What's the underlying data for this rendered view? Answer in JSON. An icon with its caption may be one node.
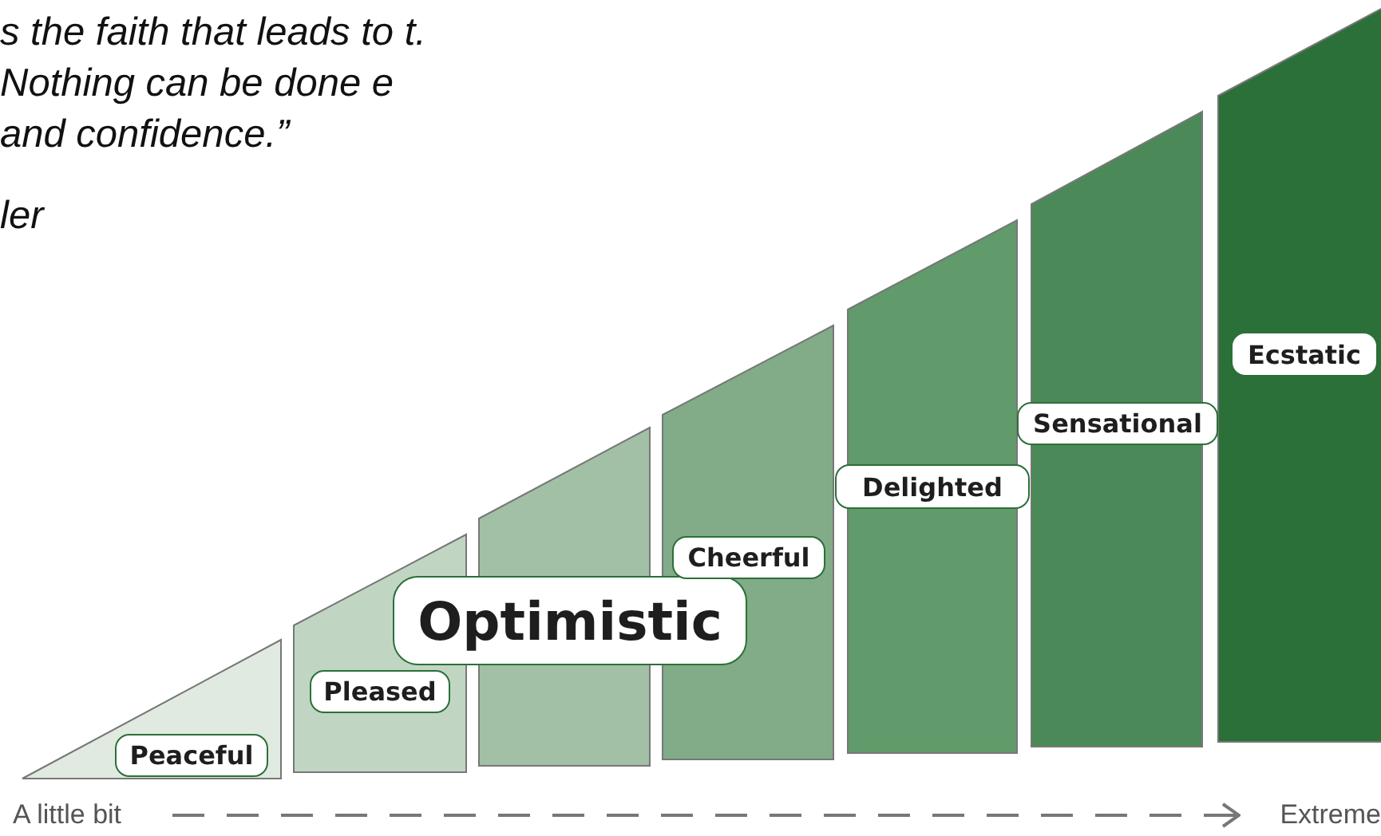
{
  "diagram": {
    "nodes": [
      {
        "text": [
          "Peaceful"
        ]
      },
      {
        "text": [
          "Pleased"
        ]
      },
      {
        "text": [
          "Optimistic"
        ]
      },
      {
        "text": [
          "Cheerful"
        ]
      },
      {
        "text": [
          "Delighted"
        ]
      },
      {
        "text": [
          "Sensational"
        ]
      },
      {
        "text": [
          "Ecstatic"
        ]
      },
      {
        "text": [
          "A little bit"
        ]
      },
      {
        "text": [
          "Extreme"
        ]
      }
    ],
    "edges": [
      {
        "from": 7,
        "to": 8,
        "arrow": "to",
        "style": "dashed"
      }
    ],
    "labels": [
      "s the faith that leads to t. Nothing can be done e and confidence.”",
      "ler"
    ]
  }
}
